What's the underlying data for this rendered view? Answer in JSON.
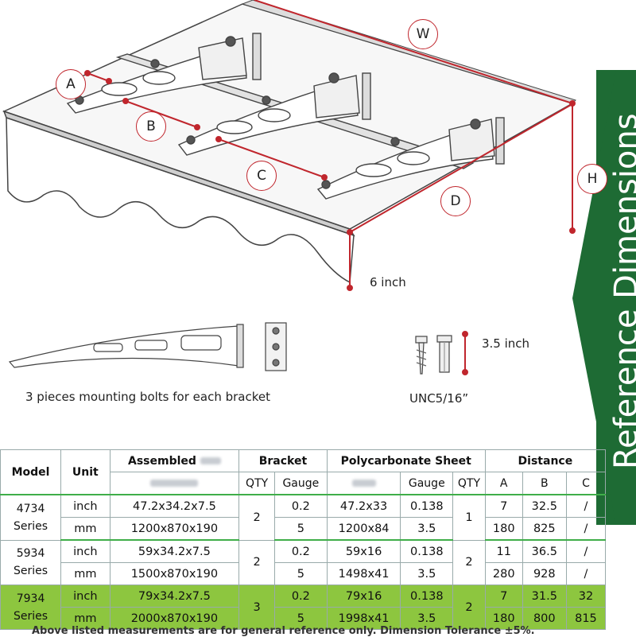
{
  "diagram": {
    "dimension_labels": {
      "a": "A",
      "b": "B",
      "c": "C",
      "d": "D",
      "w": "W",
      "h": "H"
    },
    "drop_label": "6 inch",
    "bolt_length_label": "3.5 inch",
    "bracket_caption": "3 pieces mounting bolts for each bracket",
    "bolt_caption": "UNC5/16”",
    "side_title": "Reference Dimensions"
  },
  "table": {
    "headers": {
      "model": "Model",
      "unit": "Unit",
      "assembled": "Assembled",
      "bracket": "Bracket",
      "sheet": "Polycarbonate Sheet",
      "distance": "Distance"
    },
    "subheaders": {
      "bracket_qty": "QTY",
      "bracket_gauge": "Gauge",
      "sheet_gauge": "Gauge",
      "sheet_qty": "QTY",
      "a": "A",
      "b": "B",
      "c": "C"
    },
    "rows": [
      {
        "model": "4734 Series",
        "bracket_qty": "2",
        "sheet_qty": "1",
        "inch": {
          "unit": "inch",
          "assembled": "47.2x34.2x7.5",
          "bracket_gauge": "0.2",
          "sheet": "47.2x33",
          "sheet_gauge": "0.138",
          "a": "7",
          "b": "32.5",
          "c": "/"
        },
        "mm": {
          "unit": "mm",
          "assembled": "1200x870x190",
          "bracket_gauge": "5",
          "sheet": "1200x84",
          "sheet_gauge": "3.5",
          "a": "180",
          "b": "825",
          "c": "/"
        }
      },
      {
        "model": "5934 Series",
        "bracket_qty": "2",
        "sheet_qty": "2",
        "inch": {
          "unit": "inch",
          "assembled": "59x34.2x7.5",
          "bracket_gauge": "0.2",
          "sheet": "59x16",
          "sheet_gauge": "0.138",
          "a": "11",
          "b": "36.5",
          "c": "/"
        },
        "mm": {
          "unit": "mm",
          "assembled": "1500x870x190",
          "bracket_gauge": "5",
          "sheet": "1498x41",
          "sheet_gauge": "3.5",
          "a": "280",
          "b": "928",
          "c": "/"
        }
      },
      {
        "model": "7934 Series",
        "bracket_qty": "3",
        "sheet_qty": "2",
        "inch": {
          "unit": "inch",
          "assembled": "79x34.2x7.5",
          "bracket_gauge": "0.2",
          "sheet": "79x16",
          "sheet_gauge": "0.138",
          "a": "7",
          "b": "31.5",
          "c": "32"
        },
        "mm": {
          "unit": "mm",
          "assembled": "2000x870x190",
          "bracket_gauge": "5",
          "sheet": "1998x41",
          "sheet_gauge": "3.5",
          "a": "180",
          "b": "800",
          "c": "815"
        }
      }
    ],
    "footnote": "Above listed measurements are for general reference only. Dimension Tolerance ±5%."
  },
  "colors": {
    "dimension_red": "#c0262d",
    "panel_green": "#1e6b34",
    "highlight_green": "#8dc63f"
  }
}
